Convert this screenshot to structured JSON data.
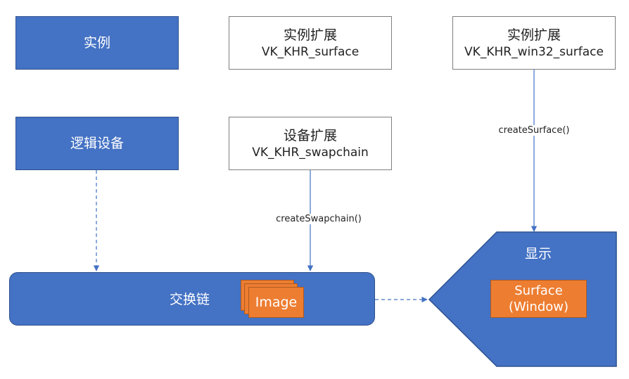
{
  "nodes": {
    "instance": {
      "label": "实例"
    },
    "logical_device": {
      "label": "逻辑设备"
    },
    "surface_ext": {
      "title": "实例扩展",
      "name": "VK_KHR_surface"
    },
    "swapchain_ext": {
      "title": "设备扩展",
      "name": "VK_KHR_swapchain"
    },
    "win32_ext": {
      "title": "实例扩展",
      "name": "VK_KHR_win32_surface"
    },
    "swapchain": {
      "label": "交换链",
      "image_label": "Image"
    },
    "display": {
      "label": "显示",
      "surface_label": "Surface",
      "surface_sub": "(Window)"
    }
  },
  "edges": {
    "create_surface": "createSurface()",
    "create_swapchain": "createSwapchain()"
  },
  "colors": {
    "node_blue": "#4472C4",
    "node_border": "#2F528F",
    "orange": "#ED7D31",
    "arrow": "#4472C4"
  }
}
